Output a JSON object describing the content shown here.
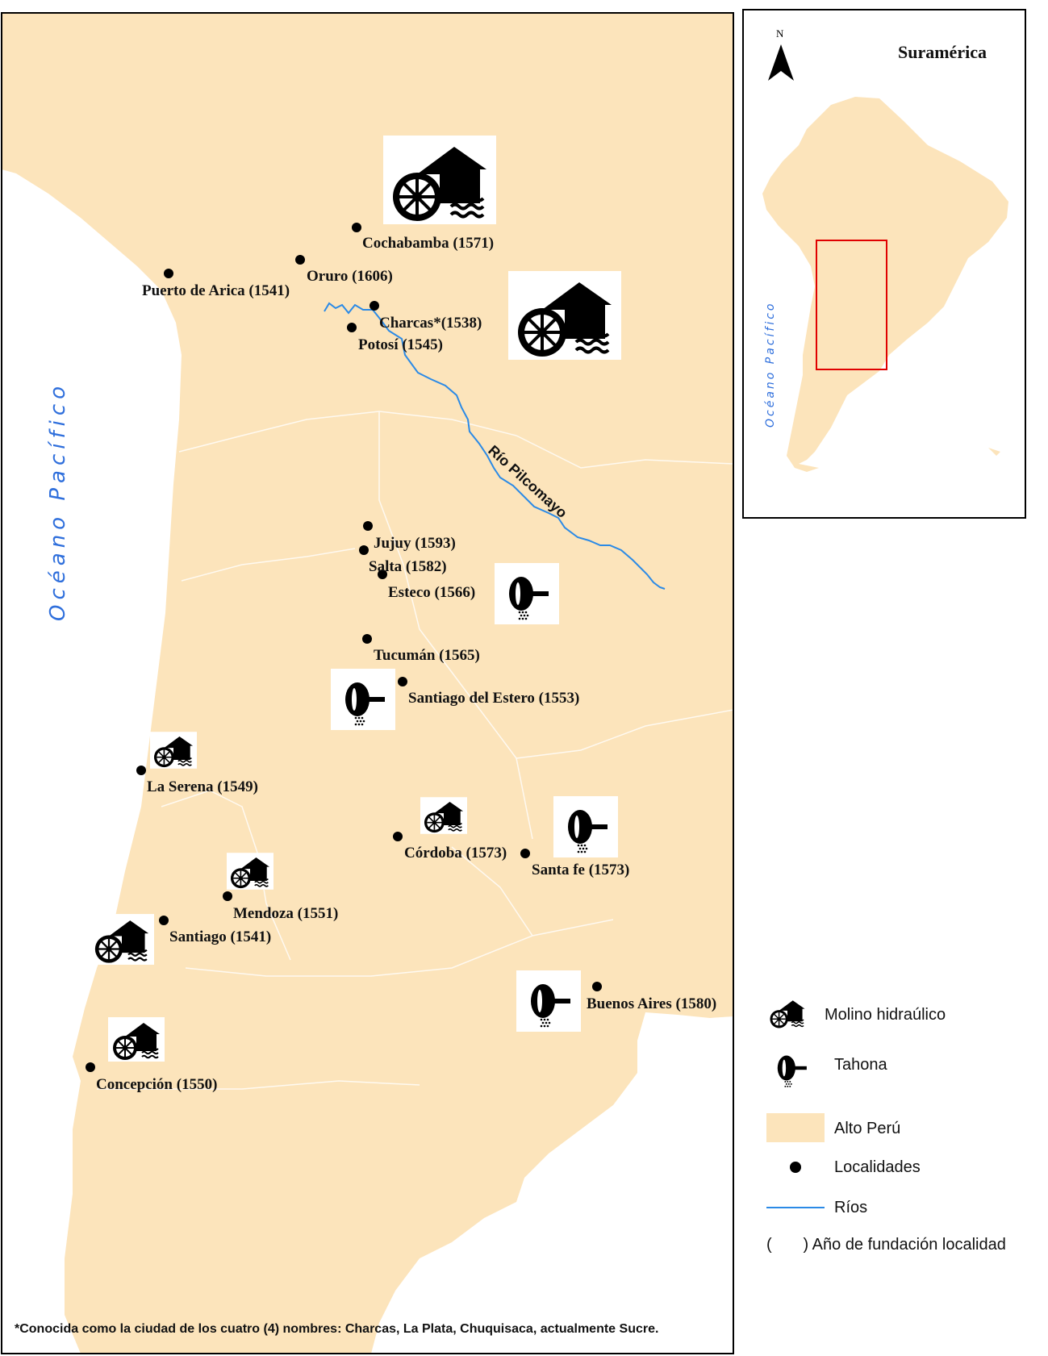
{
  "map": {
    "ocean_label": "Océano Pacífico",
    "river_label": "Río Pilcomayo",
    "footnote": "*Conocida como la ciudad de los cuatro (4) nombres: Charcas, La Plata, Chuquisaca, actualmente Sucre.",
    "cities": [
      "Cochabamba (1571)",
      "Oruro (1606)",
      "Puerto de Arica (1541)",
      "Charcas*(1538)",
      "Potosí (1545)",
      "Jujuy (1593)",
      "Salta (1582)",
      "Esteco (1566)",
      "Tucumán (1565)",
      "Santiago del Estero (1553)",
      "La Serena (1549)",
      "Córdoba (1573)",
      "Santa fe (1573)",
      "Mendoza (1551)",
      "Santiago (1541)",
      "Buenos Aires (1580)",
      "Concepción (1550)"
    ],
    "colors": {
      "land": "#fce4bb",
      "river": "#2b8ae6",
      "ocean_label": "#2f6fdc",
      "inset_box": "#e00000"
    }
  },
  "inset": {
    "title": "Suramérica",
    "north": "N",
    "ocean_label": "Océano Pacífico"
  },
  "legend": {
    "items": [
      {
        "icon": "water-mill-icon",
        "label": "Molino hidraúlico"
      },
      {
        "icon": "tahona-icon",
        "label": "Tahona"
      },
      {
        "icon": "land-swatch",
        "label": "Alto Perú"
      },
      {
        "icon": "dot-icon",
        "label": "Localidades"
      },
      {
        "icon": "river-line-icon",
        "label": "Ríos"
      },
      {
        "icon": "parentheses",
        "label": "(       ) Año de fundación localidad"
      }
    ]
  }
}
